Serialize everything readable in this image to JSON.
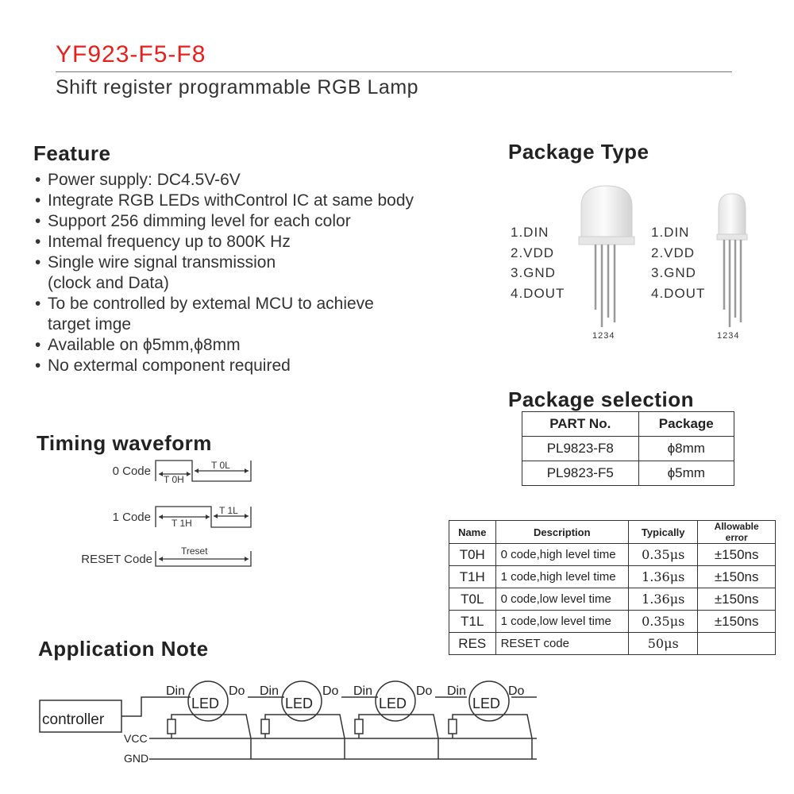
{
  "header": {
    "title": "YF923-F5-F8",
    "subtitle": "Shift register programmable RGB Lamp"
  },
  "feature": {
    "heading": "Feature",
    "items": [
      "Power supply: DC4.5V-6V",
      "Integrate RGB LEDs withControl IC at same body",
      "Support 256 dimming level for each color",
      "Intemal frequency up to 800K Hz",
      "Single wire signal transmission",
      "(clock and Data)",
      "To be controlled by extemal MCU to achieve",
      "target imge",
      "Available on ϕ5mm,ϕ8mm",
      "No extermal component required"
    ]
  },
  "package_type": {
    "heading": "Package Type",
    "left_pins": [
      "1.DIN",
      "2.VDD",
      "3.GND",
      "4.DOUT"
    ],
    "right_pins": [
      "1.DIN",
      "2.VDD",
      "3.GND",
      "4.DOUT"
    ],
    "left_pin_numbers": "1234",
    "right_pin_numbers": "1234"
  },
  "package_selection": {
    "heading": "Package selection",
    "headers": [
      "PART No.",
      "Package"
    ],
    "rows": [
      [
        "PL9823-F8",
        "ϕ8mm"
      ],
      [
        "PL9823-F5",
        "ϕ5mm"
      ]
    ]
  },
  "timing": {
    "heading": "Timing waveform",
    "codes": [
      {
        "label": "0 Code",
        "high": "T 0H",
        "low": "T 0L"
      },
      {
        "label": "1 Code",
        "high": "T 1H",
        "low": "T 1L"
      },
      {
        "label": "RESET Code",
        "span": "Treset"
      }
    ]
  },
  "timing_table": {
    "headers": [
      "Name",
      "Description",
      "Typically",
      "Allowable error"
    ],
    "rows": [
      [
        "T0H",
        "0 code,high level time",
        "0.35μs",
        "±150ns"
      ],
      [
        "T1H",
        "1 code,high level time",
        "1.36μs",
        "±150ns"
      ],
      [
        "T0L",
        "0 code,low level time",
        "1.36μs",
        "±150ns"
      ],
      [
        "T1L",
        "1 code,low level time",
        "0.35μs",
        "±150ns"
      ],
      [
        "RES",
        "RESET code",
        "50μs",
        ""
      ]
    ]
  },
  "application": {
    "heading": "Application Note",
    "controller": "controller",
    "vcc": "VCC",
    "gnd": "GND",
    "din": "Din",
    "do": "Do",
    "led": "LED"
  },
  "colors": {
    "title": "#e8201c",
    "text": "#222222"
  }
}
